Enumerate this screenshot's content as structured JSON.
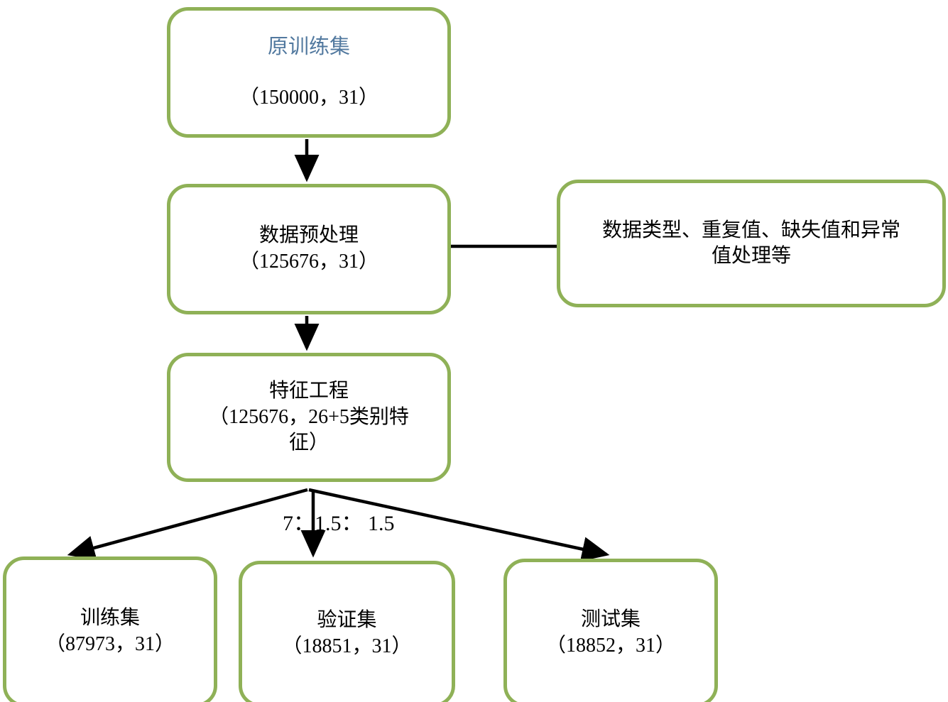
{
  "diagram": {
    "title": "数据处理流程图",
    "colors": {
      "node_border": "#8FB157",
      "node_fill": "#FFFFFF",
      "connector": "#000000",
      "accent_text": "#52799F",
      "body_text": "#000000"
    },
    "nodes": {
      "orig_train": {
        "title": "原训练集",
        "shape": "（150000，31）"
      },
      "preprocess": {
        "title": "数据预处理",
        "shape": "（125676，31）"
      },
      "preprocess_detail": {
        "line1": "数据类型、重复值、缺失值和异常",
        "line2": "值处理等",
        "full": "数据类型、重复值、缺失值和异常值处理等"
      },
      "feature_eng": {
        "title": "特征工程",
        "shape_line1": "（125676，26+5类别特",
        "shape_line2": "征）",
        "shape_full": "（125676，26+5类别特征）"
      },
      "train_set": {
        "title": "训练集",
        "shape": "（87973，31）"
      },
      "valid_set": {
        "title": "验证集",
        "shape": "（18851，31）"
      },
      "test_set": {
        "title": "测试集",
        "shape": "（18852，31）"
      }
    },
    "edges": {
      "split_ratio_label": "7：1.5： 1.5"
    }
  }
}
